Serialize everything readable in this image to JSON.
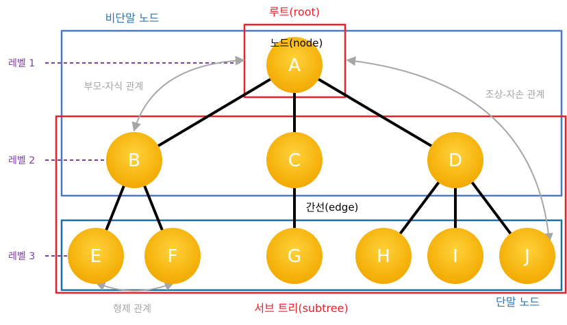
{
  "labels": {
    "root": "루트(root)",
    "nonterminal": "비단말 노드",
    "node": "노드(node)",
    "parent_child": "부모-자식 관계",
    "ancestor_descendant": "조상-자손 관계",
    "edge": "간선(edge)",
    "sibling": "형제 관계",
    "subtree": "서브 트리(subtree)",
    "terminal": "단말 노드"
  },
  "levels": [
    "레벨 1",
    "레벨 2",
    "레벨 3"
  ],
  "nodes": [
    "A",
    "B",
    "C",
    "D",
    "E",
    "F",
    "G",
    "H",
    "I",
    "J"
  ],
  "colors": {
    "node_fill": "#f7b500",
    "red_box": "#e8202a",
    "blue_box": "#4a78c4",
    "teal_box": "#1d6e9e",
    "level_text": "#7b3fa0",
    "gray_text": "#a6a6a6",
    "edge": "#000000"
  }
}
